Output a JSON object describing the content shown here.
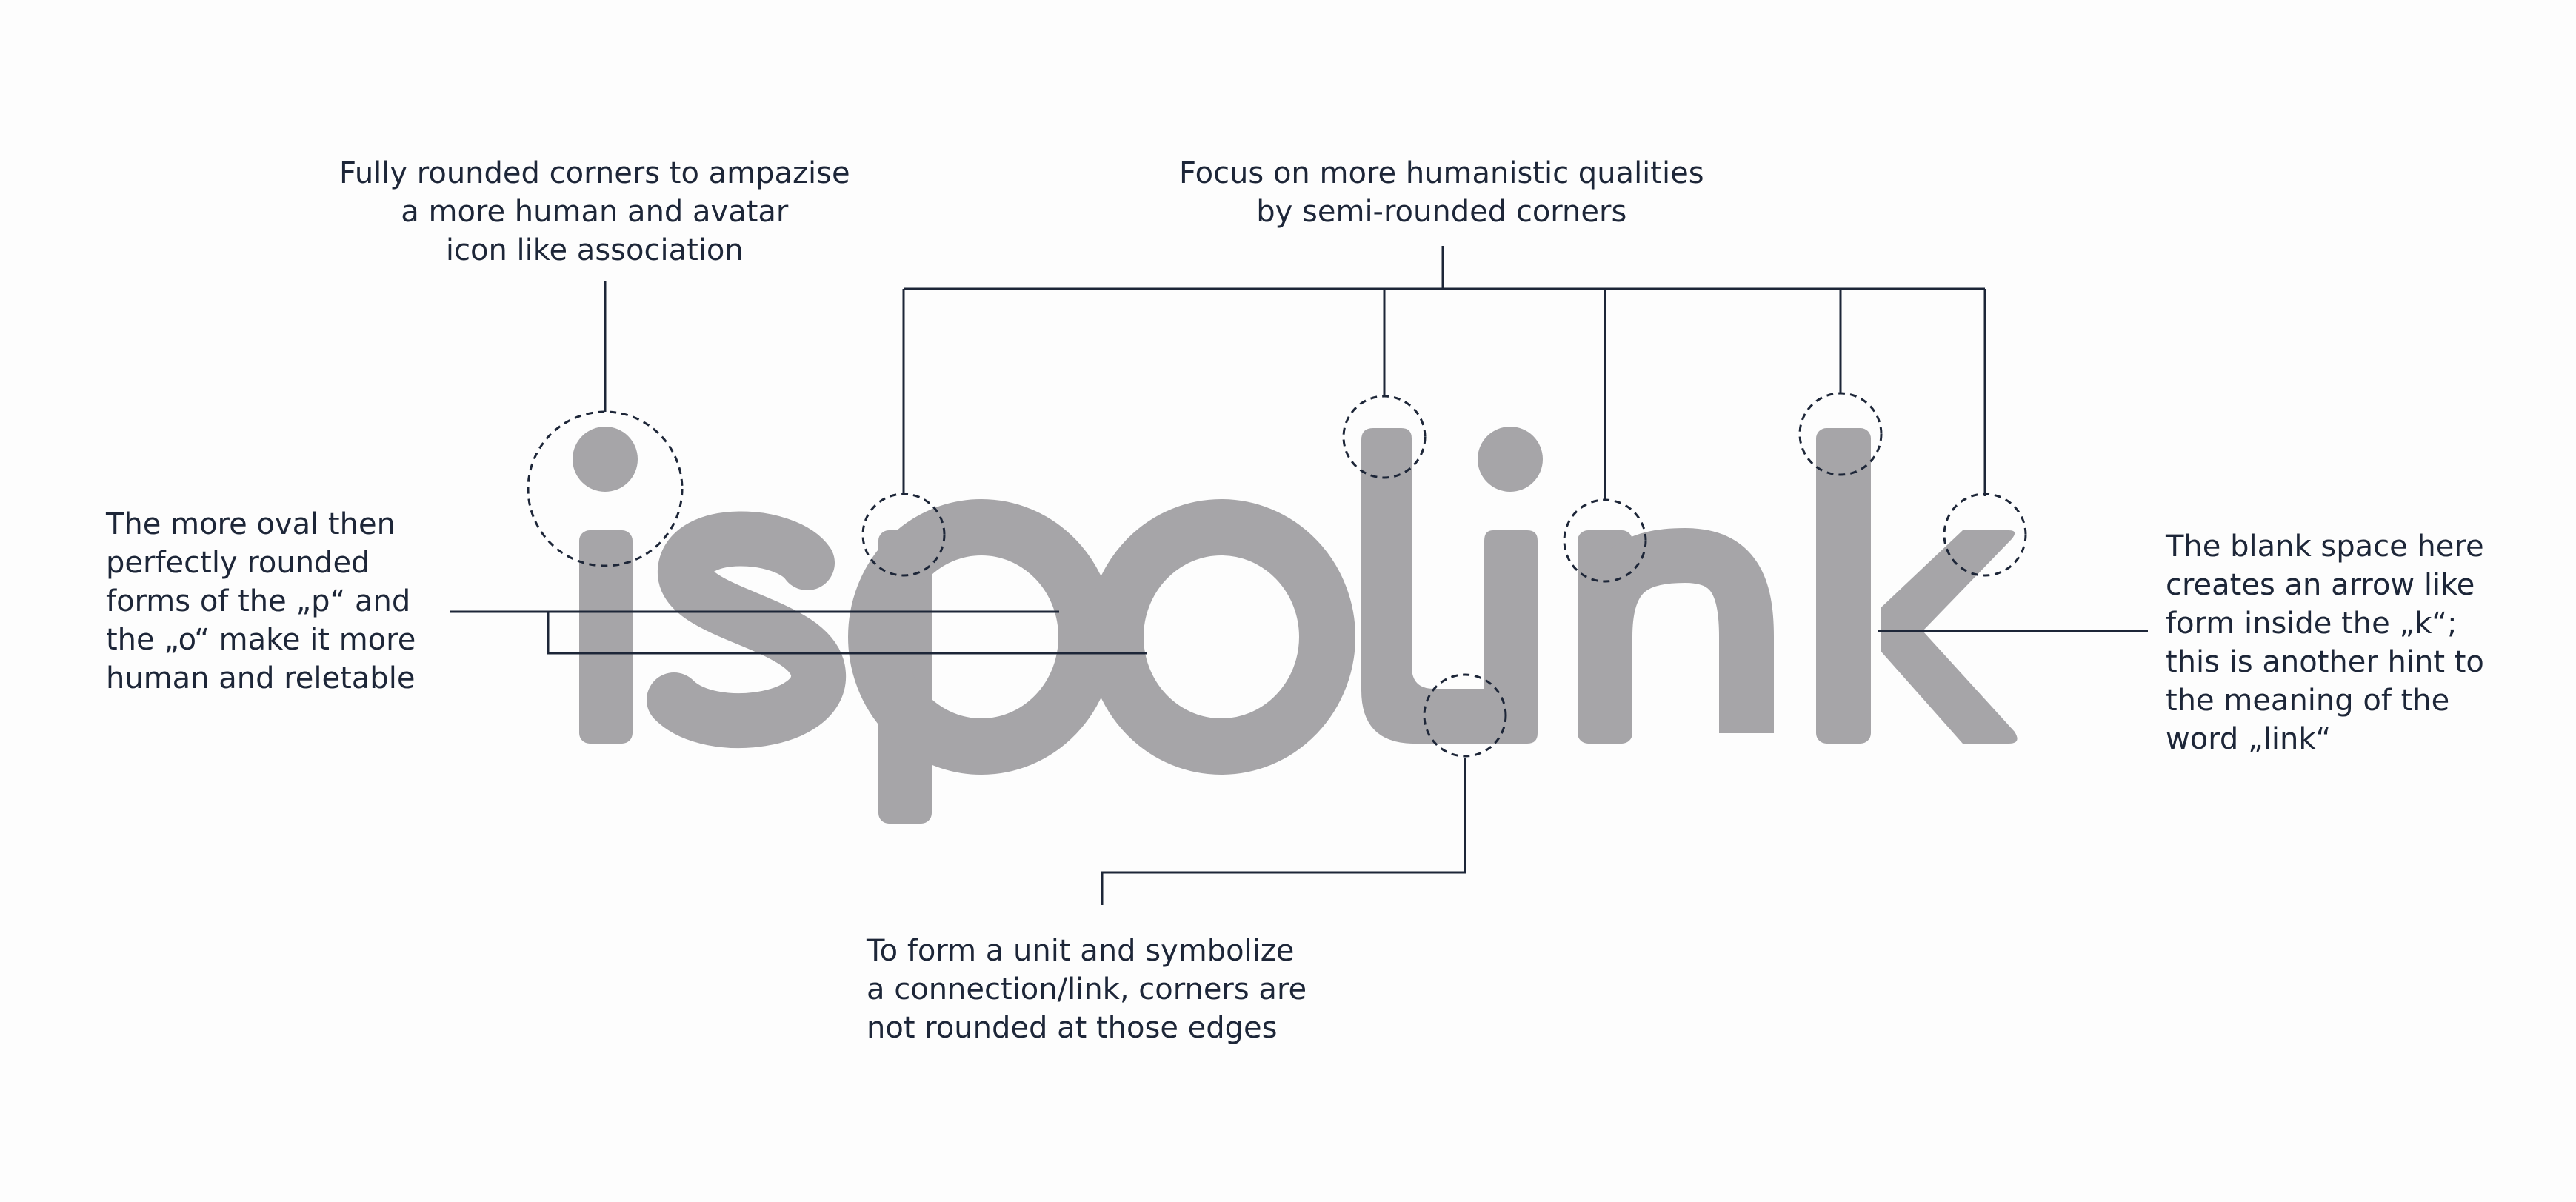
{
  "logo": {
    "wordmark": "ispolink",
    "fill_color": "#a6a5a8"
  },
  "annotation_color": "#1d2638",
  "notes": {
    "rounded_i": {
      "lines": [
        "Fully rounded corners to ampazise",
        "a more human and avatar",
        "icon like association"
      ]
    },
    "humanistic": {
      "lines": [
        "Focus on more humanistic qualities",
        "by semi-rounded corners"
      ]
    },
    "oval_forms": {
      "lines": [
        "The more oval then",
        "perfectly rounded",
        "forms of the „p“ and",
        "the „o“ make it more",
        "human and reletable"
      ]
    },
    "arrow_k": {
      "lines": [
        "The blank space here",
        "creates an arrow like",
        "form inside the „k“;",
        "this is another hint to",
        "the meaning of the",
        "word „link“"
      ]
    },
    "unit_link": {
      "lines": [
        "To form a unit and symbolize",
        "a connection/link, corners are",
        "not rounded at those edges"
      ]
    }
  }
}
